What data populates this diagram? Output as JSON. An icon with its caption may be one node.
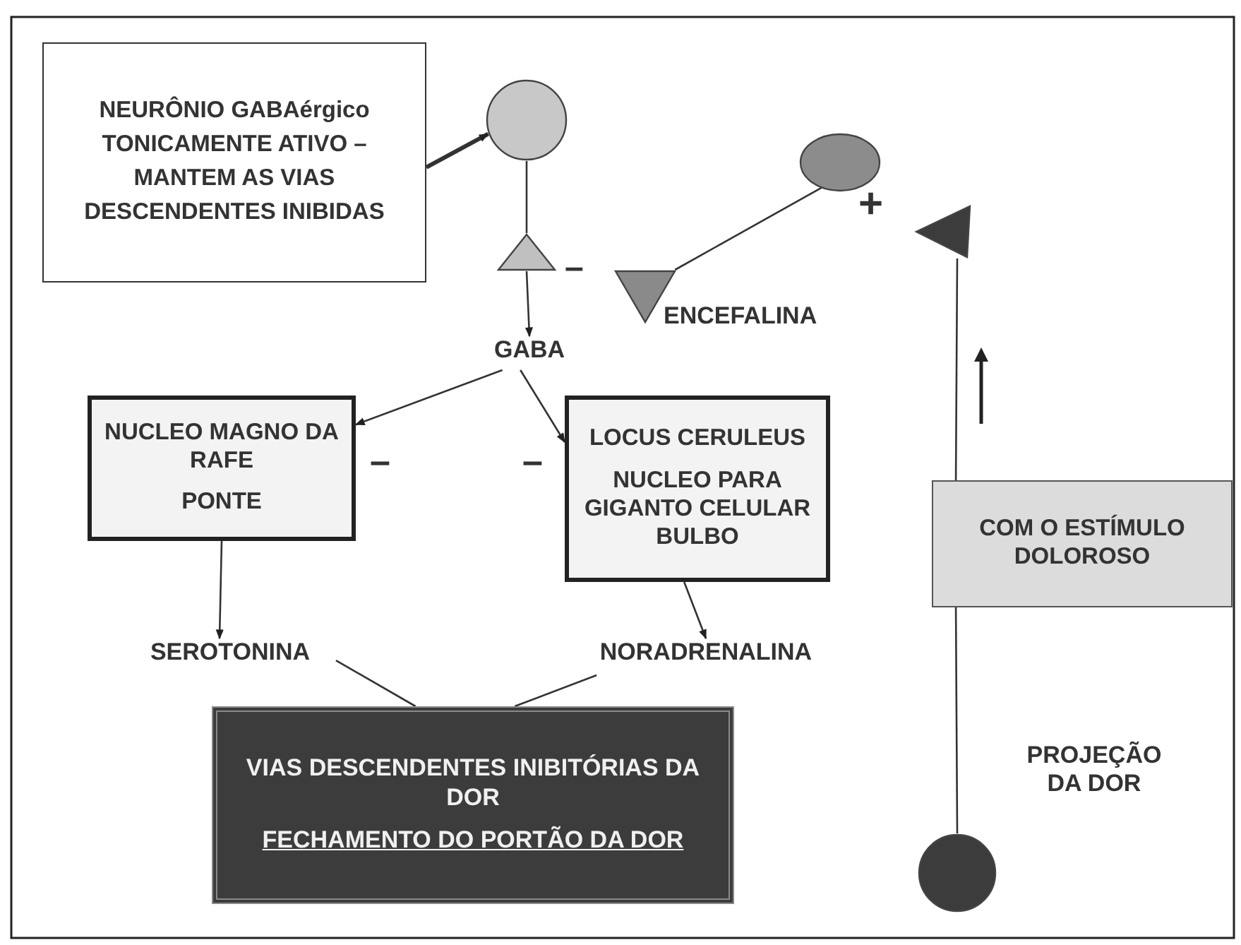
{
  "diagram": {
    "nodes": [
      {
        "text": [
          "NEURÔNIO GABAérgico TONICAMENTE ATIVO – MANTEM AS VIAS DESCENDENTES INIBIDAS"
        ]
      },
      {
        "text": [],
        "shape": "circle"
      },
      {
        "text": [],
        "shape": "triangle"
      },
      {
        "text": [
          "GABA"
        ]
      },
      {
        "text": [
          "NUCLEO MAGNO DA RAFE",
          "PONTE"
        ]
      },
      {
        "text": [
          "LOCUS CERULEUS",
          "NUCLEO PARA GIGANTO CELULAR BULBO"
        ]
      },
      {
        "text": [
          "SEROTONINA"
        ]
      },
      {
        "text": [
          "NORADRENALINA"
        ]
      },
      {
        "text": [
          "VIAS DESCENDENTES INIBITÓRIAS DA DOR",
          "FECHAMENTO DO PORTÃO DA DOR"
        ]
      },
      {
        "text": [],
        "shape": "ellipse"
      },
      {
        "text": [],
        "shape": "triangle",
        "beside": [
          "ENCEFALINA"
        ]
      },
      {
        "text": [],
        "shape": "triangle"
      },
      {
        "text": [
          "COM O ESTÍMULO DOLOROSO"
        ]
      },
      {
        "text": [],
        "shape": "circle"
      }
    ],
    "edges": [
      {
        "from": 0,
        "to": 1,
        "arrow": "to",
        "style": "thick"
      },
      {
        "from": 1,
        "to": 2,
        "arrow": "none"
      },
      {
        "from": 2,
        "to": 3,
        "arrow": "to"
      },
      {
        "from": 3,
        "to": 4,
        "arrow": "to"
      },
      {
        "from": 3,
        "to": 5,
        "arrow": "to"
      },
      {
        "from": 4,
        "to": 6,
        "arrow": "to"
      },
      {
        "from": 5,
        "to": 7,
        "arrow": "to"
      },
      {
        "from": 6,
        "to": 8,
        "arrow": "none"
      },
      {
        "from": 7,
        "to": 8,
        "arrow": "none"
      },
      {
        "from": 9,
        "to": 10,
        "arrow": "none"
      },
      {
        "from": 13,
        "to": 12,
        "arrow": "none"
      },
      {
        "from": 12,
        "to": 11,
        "arrow": "none"
      }
    ],
    "labels": [
      "+",
      "–",
      "–",
      "–",
      "PROJEÇÃO DA DOR"
    ]
  }
}
